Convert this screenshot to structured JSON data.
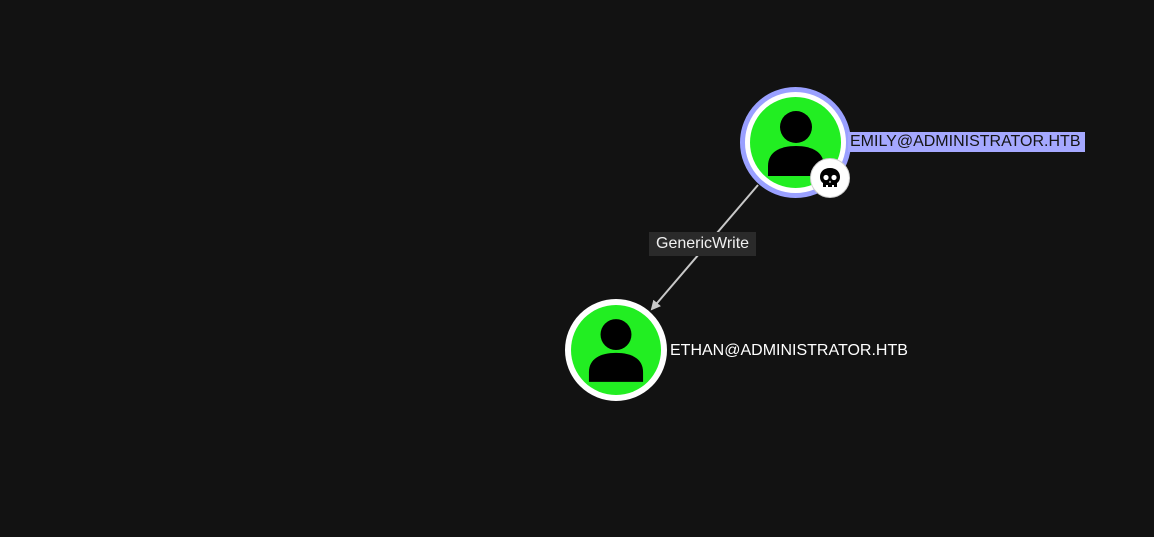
{
  "graph": {
    "nodes": [
      {
        "id": "emily",
        "label": "EMILY@ADMINISTRATOR.HTB",
        "type": "user",
        "icon": "user-icon",
        "selected": true,
        "badge": "skull-icon",
        "fill_color": "#22ee22",
        "ring_color": "#9aa0ff"
      },
      {
        "id": "ethan",
        "label": "ETHAN@ADMINISTRATOR.HTB",
        "type": "user",
        "icon": "user-icon",
        "selected": false,
        "fill_color": "#22ee22",
        "ring_color": "#ffffff"
      }
    ],
    "edges": [
      {
        "from": "emily",
        "to": "ethan",
        "label": "GenericWrite",
        "color": "#c8c8c8"
      }
    ],
    "background": "#121212"
  }
}
